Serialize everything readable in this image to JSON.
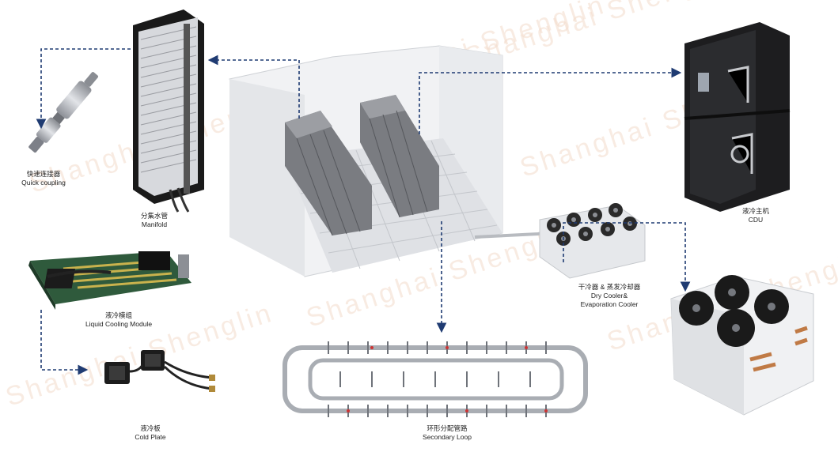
{
  "watermark": "Shanghai Shenglin",
  "labels": {
    "quick_coupling_cn": "快速连接器",
    "quick_coupling_en": "Quick coupling",
    "manifold_cn": "分集水管",
    "manifold_en": "Manifold",
    "module_cn": "液冷模组",
    "module_en": "Liquid Cooling Module",
    "cold_plate_cn": "液冷板",
    "cold_plate_en": "Cold Plate",
    "loop_cn": "环形分配管路",
    "loop_en": "Secondary Loop",
    "cooler_cn": "干冷器 & 蒸发冷却器",
    "cooler_en1": "Dry Cooler&",
    "cooler_en2": "Evaporation Cooler",
    "cdu_cn": "液冷主机",
    "cdu_en": "CDU"
  },
  "colors": {
    "arrow": "#1f3b72",
    "frame": "#2b2b2b",
    "metal": "#b9bcc2"
  }
}
